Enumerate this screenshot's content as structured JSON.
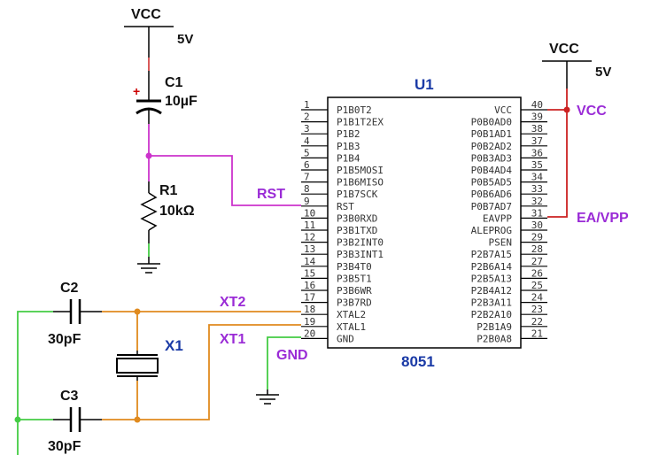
{
  "colors": {
    "wire_black": "#000000",
    "wire_magenta": "#cc33cc",
    "wire_red": "#cc2222",
    "wire_orange": "#e08a1e",
    "wire_green": "#44cc44",
    "label_purple": "#9a2bd6",
    "label_blue": "#1a3aa6",
    "text_black": "#111111",
    "plus_red": "#cc0000"
  },
  "power": {
    "vcc_left_label": "VCC",
    "vcc_left_value": "5V",
    "vcc_right_label": "VCC",
    "vcc_right_value": "5V"
  },
  "components": {
    "c1_ref": "C1",
    "c1_value": "10µF",
    "c1_plus": "+",
    "r1_ref": "R1",
    "r1_value": "10kΩ",
    "c2_ref": "C2",
    "c2_value": "30pF",
    "c3_ref": "C3",
    "c3_value": "30pF",
    "x1_ref": "X1"
  },
  "nets": {
    "rst": "RST",
    "xt2": "XT2",
    "xt1": "XT1",
    "gnd": "GND",
    "vcc": "VCC",
    "ea_vpp": "EA/VPP"
  },
  "chip": {
    "ref": "U1",
    "part": "8051",
    "left_pins": [
      {
        "num": "1",
        "name": "P1B0T2"
      },
      {
        "num": "2",
        "name": "P1B1T2EX"
      },
      {
        "num": "3",
        "name": "P1B2"
      },
      {
        "num": "4",
        "name": "P1B3"
      },
      {
        "num": "5",
        "name": "P1B4"
      },
      {
        "num": "6",
        "name": "P1B5MOSI"
      },
      {
        "num": "7",
        "name": "P1B6MISO"
      },
      {
        "num": "8",
        "name": "P1B7SCK"
      },
      {
        "num": "9",
        "name": "RST"
      },
      {
        "num": "10",
        "name": "P3B0RXD"
      },
      {
        "num": "11",
        "name": "P3B1TXD"
      },
      {
        "num": "12",
        "name": "P3B2INT0"
      },
      {
        "num": "13",
        "name": "P3B3INT1"
      },
      {
        "num": "14",
        "name": "P3B4T0"
      },
      {
        "num": "15",
        "name": "P3B5T1"
      },
      {
        "num": "16",
        "name": "P3B6WR"
      },
      {
        "num": "17",
        "name": "P3B7RD"
      },
      {
        "num": "18",
        "name": "XTAL2"
      },
      {
        "num": "19",
        "name": "XTAL1"
      },
      {
        "num": "20",
        "name": "GND"
      }
    ],
    "right_pins": [
      {
        "num": "40",
        "name": "VCC"
      },
      {
        "num": "39",
        "name": "P0B0AD0"
      },
      {
        "num": "38",
        "name": "P0B1AD1"
      },
      {
        "num": "37",
        "name": "P0B2AD2"
      },
      {
        "num": "36",
        "name": "P0B3AD3"
      },
      {
        "num": "35",
        "name": "P0B4AD4"
      },
      {
        "num": "34",
        "name": "P0B5AD5"
      },
      {
        "num": "33",
        "name": "P0B6AD6"
      },
      {
        "num": "32",
        "name": "P0B7AD7"
      },
      {
        "num": "31",
        "name": "EAVPP"
      },
      {
        "num": "30",
        "name": "ALEPROG"
      },
      {
        "num": "29",
        "name": "PSEN"
      },
      {
        "num": "28",
        "name": "P2B7A15"
      },
      {
        "num": "27",
        "name": "P2B6A14"
      },
      {
        "num": "26",
        "name": "P2B5A13"
      },
      {
        "num": "25",
        "name": "P2B4A12"
      },
      {
        "num": "24",
        "name": "P2B3A11"
      },
      {
        "num": "23",
        "name": "P2B2A10"
      },
      {
        "num": "22",
        "name": "P2B1A9"
      },
      {
        "num": "21",
        "name": "P2B0A8"
      }
    ]
  }
}
